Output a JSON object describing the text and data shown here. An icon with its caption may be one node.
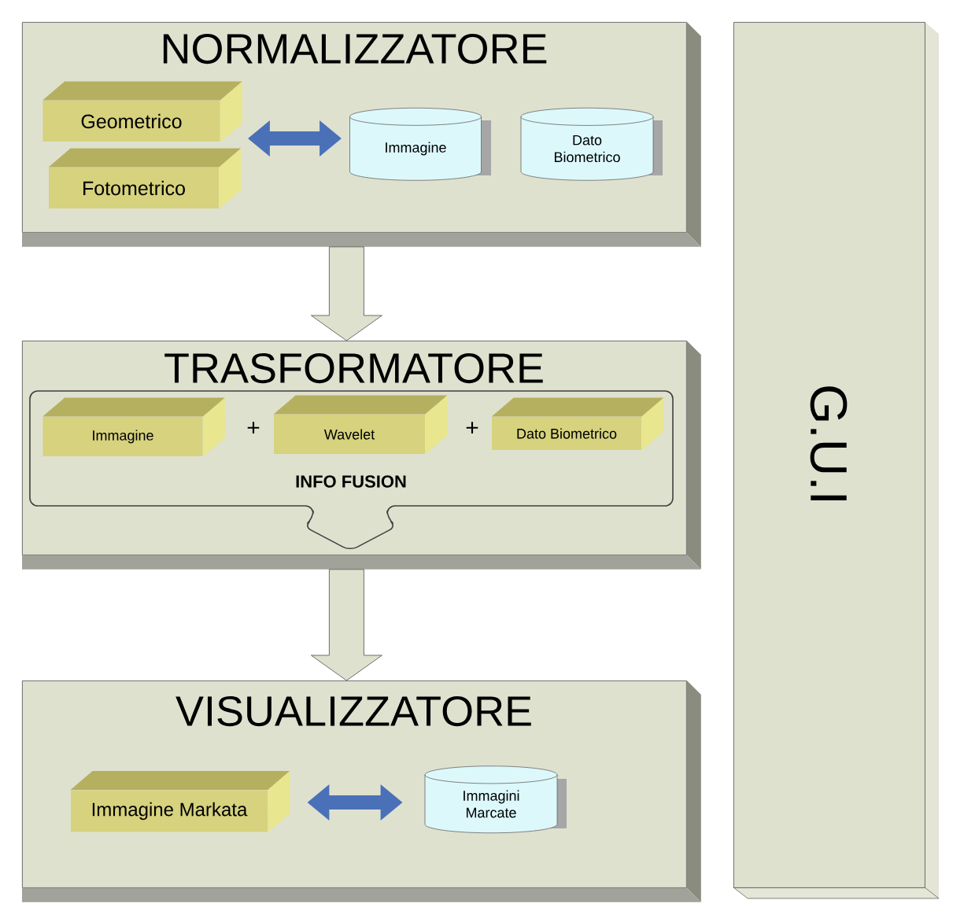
{
  "diagram": {
    "nodes": [
      {
        "text": [
          "NORMALIZZATORE"
        ]
      },
      {
        "text": [
          "Geometrico"
        ],
        "in": 0
      },
      {
        "text": [
          "Fotometrico"
        ],
        "in": 0
      },
      {
        "text": [
          "Immagine"
        ],
        "in": 0
      },
      {
        "text": [
          "Dato Biometrico"
        ],
        "in": 0
      },
      {
        "text": [
          "TRASFORMATORE"
        ]
      },
      {
        "text": [
          "INFO FUSION"
        ],
        "in": 5
      },
      {
        "text": [
          "Immagine"
        ],
        "in": 6
      },
      {
        "text": [
          "Wavelet"
        ],
        "in": 6
      },
      {
        "text": [
          "Dato Biometrico"
        ],
        "in": 6
      },
      {
        "text": [
          "VISUALIZZATORE"
        ]
      },
      {
        "text": [
          "Immagine Markata"
        ],
        "in": 10
      },
      {
        "text": [
          "Immagini Marcate"
        ],
        "in": 10
      },
      {
        "text": [
          "G.U.I"
        ]
      }
    ],
    "edges": [
      {
        "from": 1,
        "to": 3,
        "arrow": "both"
      },
      {
        "from": 0,
        "to": 5,
        "arrow": "to"
      },
      {
        "from": 5,
        "to": 10,
        "arrow": "to"
      },
      {
        "from": 11,
        "to": 12,
        "arrow": "both"
      }
    ],
    "labels": [
      "+",
      "+"
    ]
  }
}
